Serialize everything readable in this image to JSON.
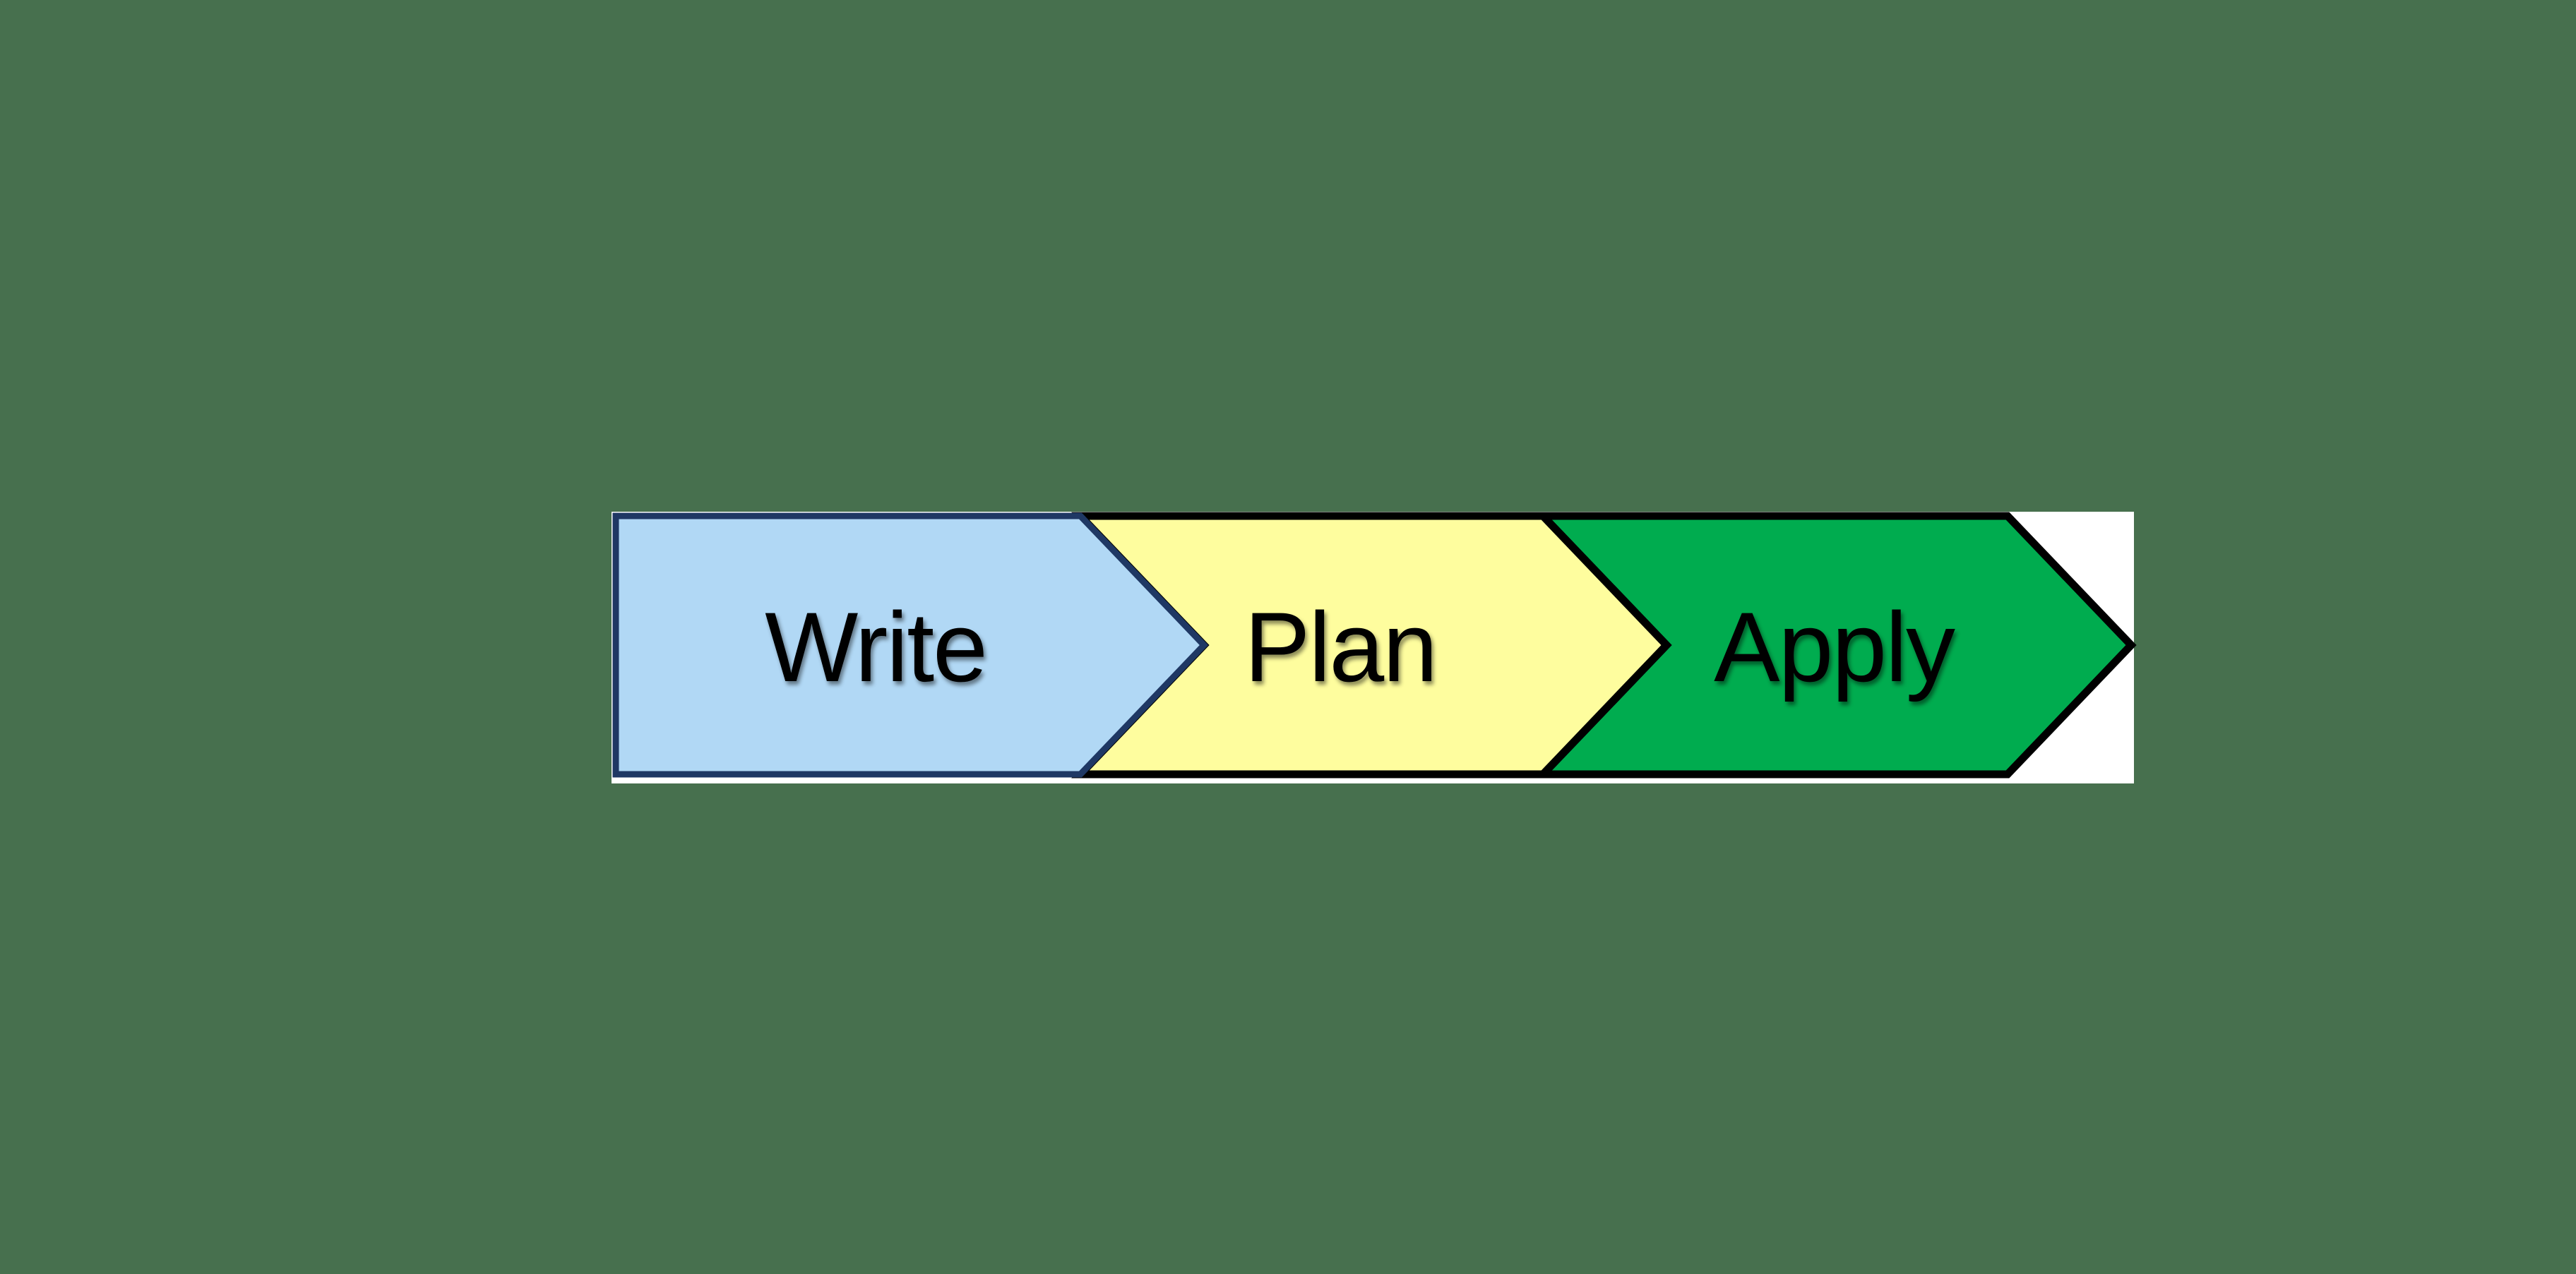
{
  "colors": {
    "background": "#47704E",
    "panel": "#FFFFFF",
    "text": "#000000",
    "blue_fill": "#B1D8F5",
    "blue_border": "#1F3864",
    "yellow_fill": "#FEFD9E",
    "green_fill": "#00AC4F",
    "dark_border": "#000000"
  },
  "process": {
    "steps": [
      {
        "label": "Write",
        "fill": "#B1D8F5",
        "border": "#1F3864"
      },
      {
        "label": "Plan",
        "fill": "#FEFD9E",
        "border": "#000000"
      },
      {
        "label": "Apply",
        "fill": "#00AC4F",
        "border": "#000000"
      }
    ]
  }
}
